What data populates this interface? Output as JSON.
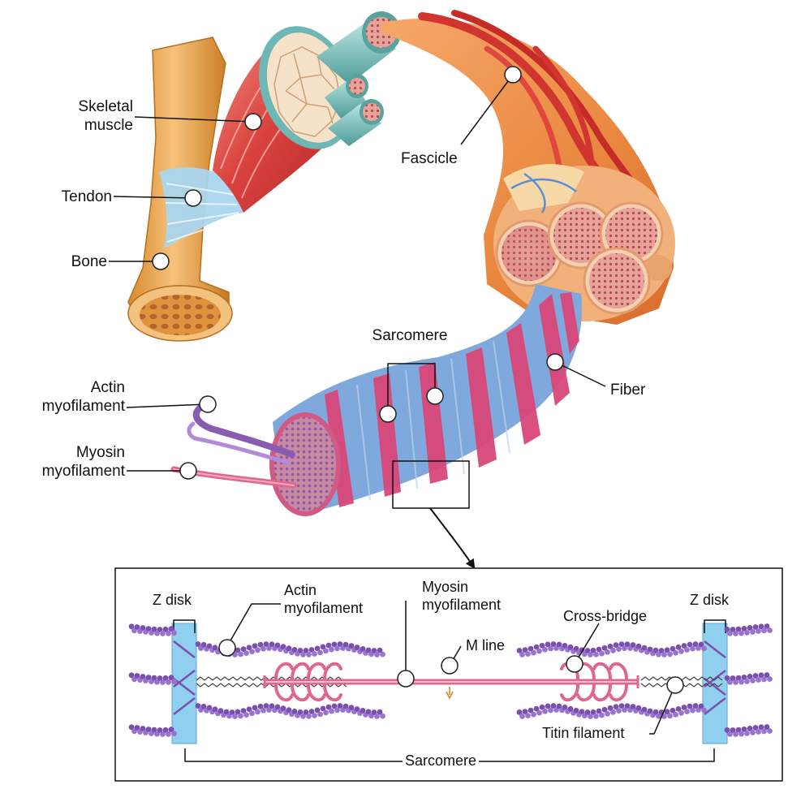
{
  "labels": {
    "skeletal_muscle": [
      "Skeletal",
      "muscle"
    ],
    "tendon": "Tendon",
    "bone": "Bone",
    "fascicle": "Fascicle",
    "sarcomere_top": "Sarcomere",
    "fiber": "Fiber",
    "actin_left": [
      "Actin",
      "myofilament"
    ],
    "myosin_left": [
      "Myosin",
      "myofilament"
    ],
    "z_disk_left": "Z disk",
    "actin_inset": [
      "Actin",
      "myofilament"
    ],
    "myosin_inset": [
      "Myosin",
      "myofilament"
    ],
    "m_line": "M line",
    "cross_bridge": "Cross-bridge",
    "z_disk_right": "Z disk",
    "titin": "Titin filament",
    "sarcomere_bottom": "Sarcomere"
  },
  "colors": {
    "bone": "#e9a653",
    "muscle_red": "#d9413e",
    "tendon_blue": "#a9d6ef",
    "fascicle_teal": "#6fb7b4",
    "fiber_blue": "#7fa8dc",
    "fiber_pink": "#d9477a",
    "actin_purple": "#7b4fb0",
    "myosin_pink": "#e0668c",
    "zdisk_blue": "#8fd0ef"
  }
}
